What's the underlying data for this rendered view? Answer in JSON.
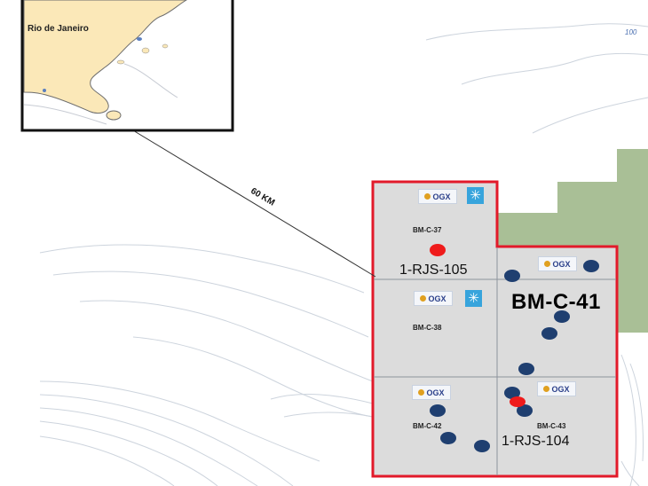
{
  "inset": {
    "city_label": "Rio de Janeiro"
  },
  "distance": {
    "label": "60 KM"
  },
  "depth": {
    "contour_label": "100"
  },
  "blocks": [
    {
      "id": "bm-c-37",
      "label": "BM-C-37"
    },
    {
      "id": "bm-c-38",
      "label": "BM-C-38"
    },
    {
      "id": "bm-c-42",
      "label": "BM-C-42"
    },
    {
      "id": "bm-c-43",
      "label": "BM-C-43"
    }
  ],
  "main_block": {
    "label": "BM-C-41"
  },
  "wells": [
    {
      "id": "1-rjs-105",
      "label": "1-RJS-105"
    },
    {
      "id": "1-rjs-104",
      "label": "1-RJS-104"
    }
  ],
  "logos": {
    "partner_text": "OGX",
    "badge_glyph": "✳"
  },
  "colors": {
    "land": "#fbe8b8",
    "license_area": "#dcdcdc",
    "outline": "#e21a2a",
    "adjacent_block": "#a9bf96",
    "prospect_marker": "#1f3f70",
    "discovery_marker": "#ef1b1b",
    "contour": "#cdd4dd"
  }
}
